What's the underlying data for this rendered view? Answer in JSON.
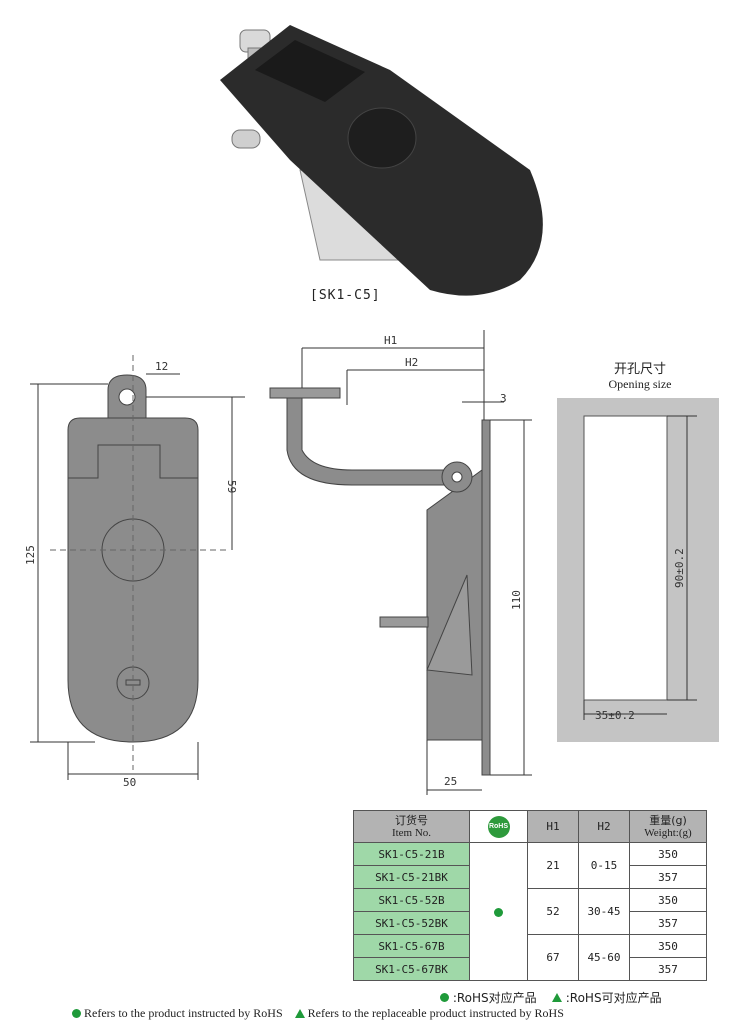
{
  "product_caption": "[SK1-C5]",
  "front_view": {
    "dim_top": "12",
    "dim_right": "59",
    "dim_left": "125",
    "dim_bottom": "50"
  },
  "side_view": {
    "dim_h1": "H1",
    "dim_h2": "H2",
    "dim_3": "3",
    "dim_110": "110",
    "dim_25": "25"
  },
  "opening": {
    "title_cn": "开孔尺寸",
    "title_en": "Opening size",
    "dim_height": "90±0.2",
    "dim_width": "35±0.2"
  },
  "table": {
    "header_item_cn": "订货号",
    "header_item_en": "Item No.",
    "header_rohs": "RoHS",
    "header_h1": "H1",
    "header_h2": "H2",
    "header_weight_cn": "重量(g)",
    "header_weight_en": "Weight:(g)",
    "rows": [
      {
        "item": "SK1-C5-21B",
        "weight": "350"
      },
      {
        "item": "SK1-C5-21BK",
        "weight": "357"
      },
      {
        "item": "SK1-C5-52B",
        "weight": "350"
      },
      {
        "item": "SK1-C5-52BK",
        "weight": "357"
      },
      {
        "item": "SK1-C5-67B",
        "weight": "350"
      },
      {
        "item": "SK1-C5-67BK",
        "weight": "357"
      }
    ],
    "groups": [
      {
        "h1": "21",
        "h2": "0-15"
      },
      {
        "h1": "52",
        "h2": "30-45"
      },
      {
        "h1": "67",
        "h2": "45-60"
      }
    ]
  },
  "legend": {
    "rohs_cn": ":RoHS对应产品",
    "replaceable_cn": ":RoHS可对应产品",
    "rohs_en": "Refers to the product instructed by RoHS",
    "replaceable_en": "Refers to the replaceable product instructed by RoHS"
  },
  "colors": {
    "legend_green": "#1f9a3a",
    "item_cell_bg": "#9fd8a8",
    "header_bg": "#b3b3b3",
    "panel_grey": "#c4c4c4"
  }
}
